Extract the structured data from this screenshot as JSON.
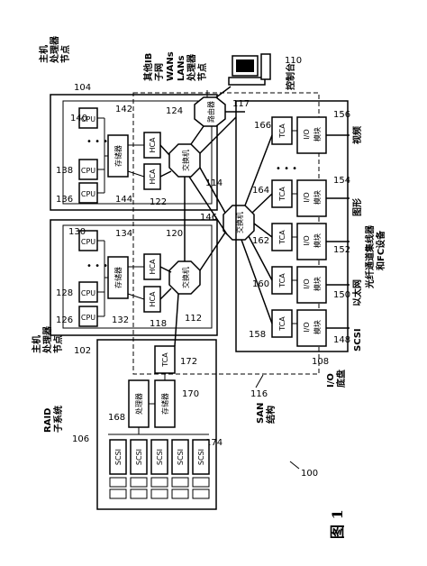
{
  "figure_label": "图 1",
  "system_ref": "100",
  "switch_label": "交换机",
  "router_label": "路由器",
  "hca_label": "HCA",
  "cpu_label": "CPU",
  "memory_label": "存储器",
  "processor_label": "处理器",
  "tca_label": "TCA",
  "io_label": "I/O",
  "module_label": "模块",
  "scsi_label": "SCSI",
  "refs": {
    "r102": "102",
    "r104": "104",
    "r106": "106",
    "r108": "108",
    "r110": "110",
    "r112": "112",
    "r114": "114",
    "r116": "116",
    "r117": "117",
    "r118": "118",
    "r120": "120",
    "r122": "122",
    "r124": "124",
    "r126": "126",
    "r128": "128",
    "r130": "130",
    "r132": "132",
    "r134": "134",
    "r136": "136",
    "r138": "138",
    "r140": "140",
    "r142": "142",
    "r144": "144",
    "r146": "146",
    "r148": "148",
    "r150": "150",
    "r152": "152",
    "r154": "154",
    "r156": "156",
    "r158": "158",
    "r160": "160",
    "r162": "162",
    "r164": "164",
    "r166": "166",
    "r168": "168",
    "r170": "170",
    "r172": "172",
    "r174": "174"
  },
  "labels": {
    "host_node_a_1": "主机",
    "host_node_a_2": "处理器",
    "host_node_a_3": "节点",
    "host_node_b_1": "主机",
    "host_node_b_2": "处理器",
    "host_node_b_3": "节点",
    "raid_1": "RAID",
    "raid_2": "子系统",
    "san_1": "SAN",
    "san_2": "结构",
    "io_chassis_1": "I/O",
    "io_chassis_2": "底盘",
    "console": "控制台",
    "other_ib_1": "其他IB",
    "other_ib_2": "子网",
    "wans": "WANs",
    "lans": "LANs",
    "processor_node_1": "处理器",
    "processor_node_2": "节点",
    "video": "视频",
    "graphics": "图形",
    "fc_hub_1": "光纤通道集线器",
    "fc_hub_2": "和FC设备",
    "ethernet": "以太网",
    "scsi_out": "SCSI"
  }
}
